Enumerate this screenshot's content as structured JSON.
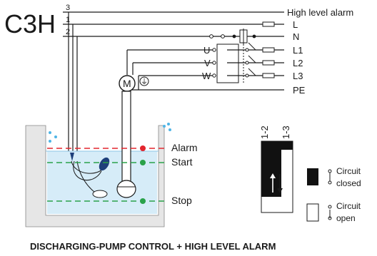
{
  "code": "C3H",
  "line_numbers": [
    "3",
    "1",
    "2"
  ],
  "lines": {
    "alarm": "High level alarm",
    "L": "L",
    "N": "N",
    "L1": "L1",
    "L2": "L2",
    "L3": "L3",
    "PE": "PE"
  },
  "contactor_labels": [
    "U",
    "V",
    "W"
  ],
  "motor_label": "M",
  "ground_symbol": "⏚",
  "levels": {
    "alarm": "Alarm",
    "start": "Start",
    "stop": "Stop"
  },
  "switch_columns": [
    "1-2",
    "1-3"
  ],
  "legend": {
    "closed_line1": "Circuit",
    "closed_line2": "closed",
    "open_line1": "Circuit",
    "open_line2": "open"
  },
  "caption": "DISCHARGING-PUMP CONTROL + HIGH LEVEL ALARM",
  "colors": {
    "line": "#1a1a1a",
    "water": "#d6ecf8",
    "tank_wall": "#e6e6e6",
    "alarm": "#e3262e",
    "start_stop": "#2aa24a",
    "float": "#1e3f7a",
    "drops": "#4fb5e6"
  }
}
